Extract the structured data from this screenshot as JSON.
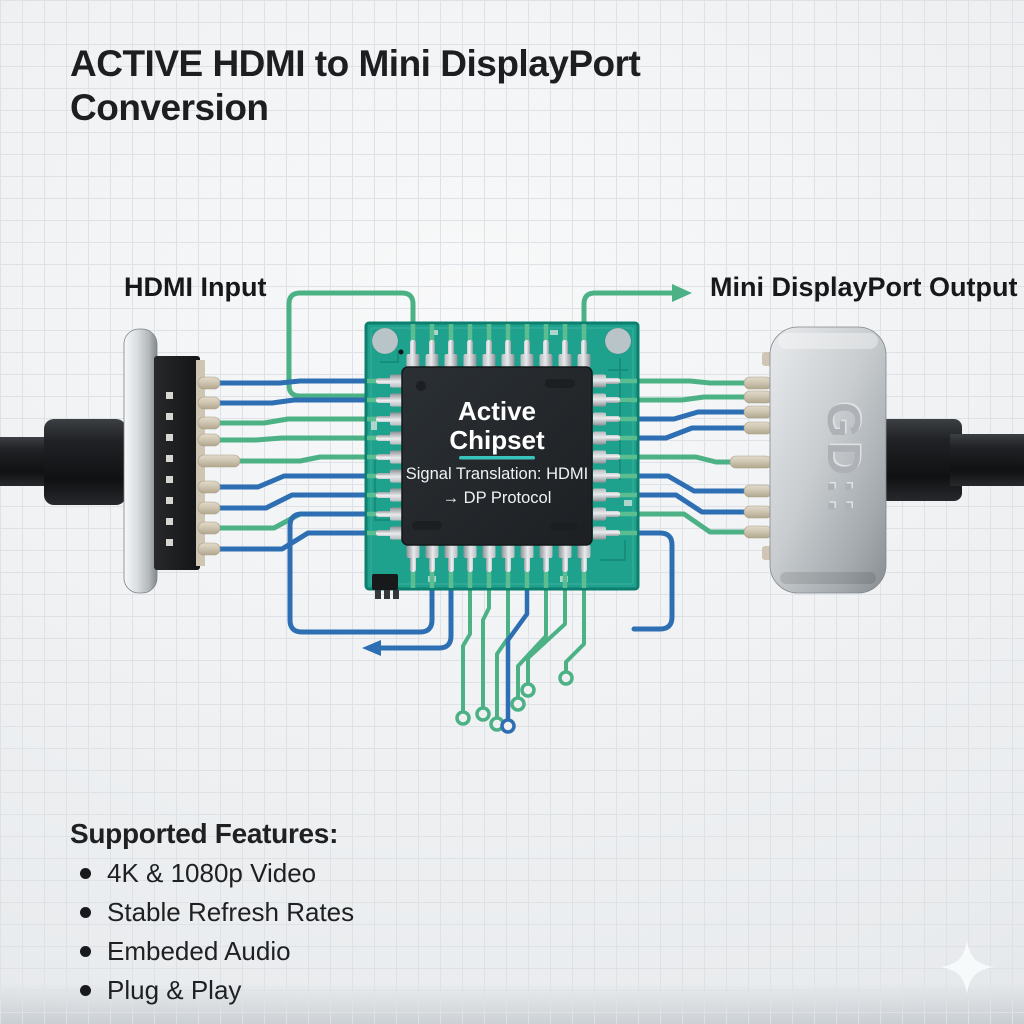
{
  "title": {
    "line1": "ACTIVE HDMI to Mini DisplayPort",
    "line2": "Conversion"
  },
  "diagram": {
    "hdmi_label": "HDMI Input",
    "mdp_label": "Mini DisplayPort Output",
    "chip": {
      "name_line1": "Active",
      "name_line2": "Chipset",
      "desc_line1": "Signal Translation: HDMI",
      "desc_line2": "→ DP Protocol"
    },
    "connector_marking": "GD::"
  },
  "features": {
    "heading": "Supported Features:",
    "items": [
      "4K & 1080p Video",
      "Stable Refresh Rates",
      "Embeded Audio",
      "Plug & Play"
    ]
  },
  "icons": {
    "sparkle_icon": "✦"
  },
  "colors": {
    "bg": "#eef0f2",
    "grid_line": "#dee2e6",
    "text_dark": "#1c1e20",
    "wire_green": "#4cb286",
    "wire_blue": "#2d6fb2",
    "stem_green": "#5cbd91",
    "pcb_green": "#1ea18d",
    "pcb_edge": "#0d7f6f",
    "chip_dark": "#24282c",
    "teal_accent": "#3ac3bd",
    "pin_tan": "#cdc4b0",
    "cable_black": "#1a1c1e"
  }
}
